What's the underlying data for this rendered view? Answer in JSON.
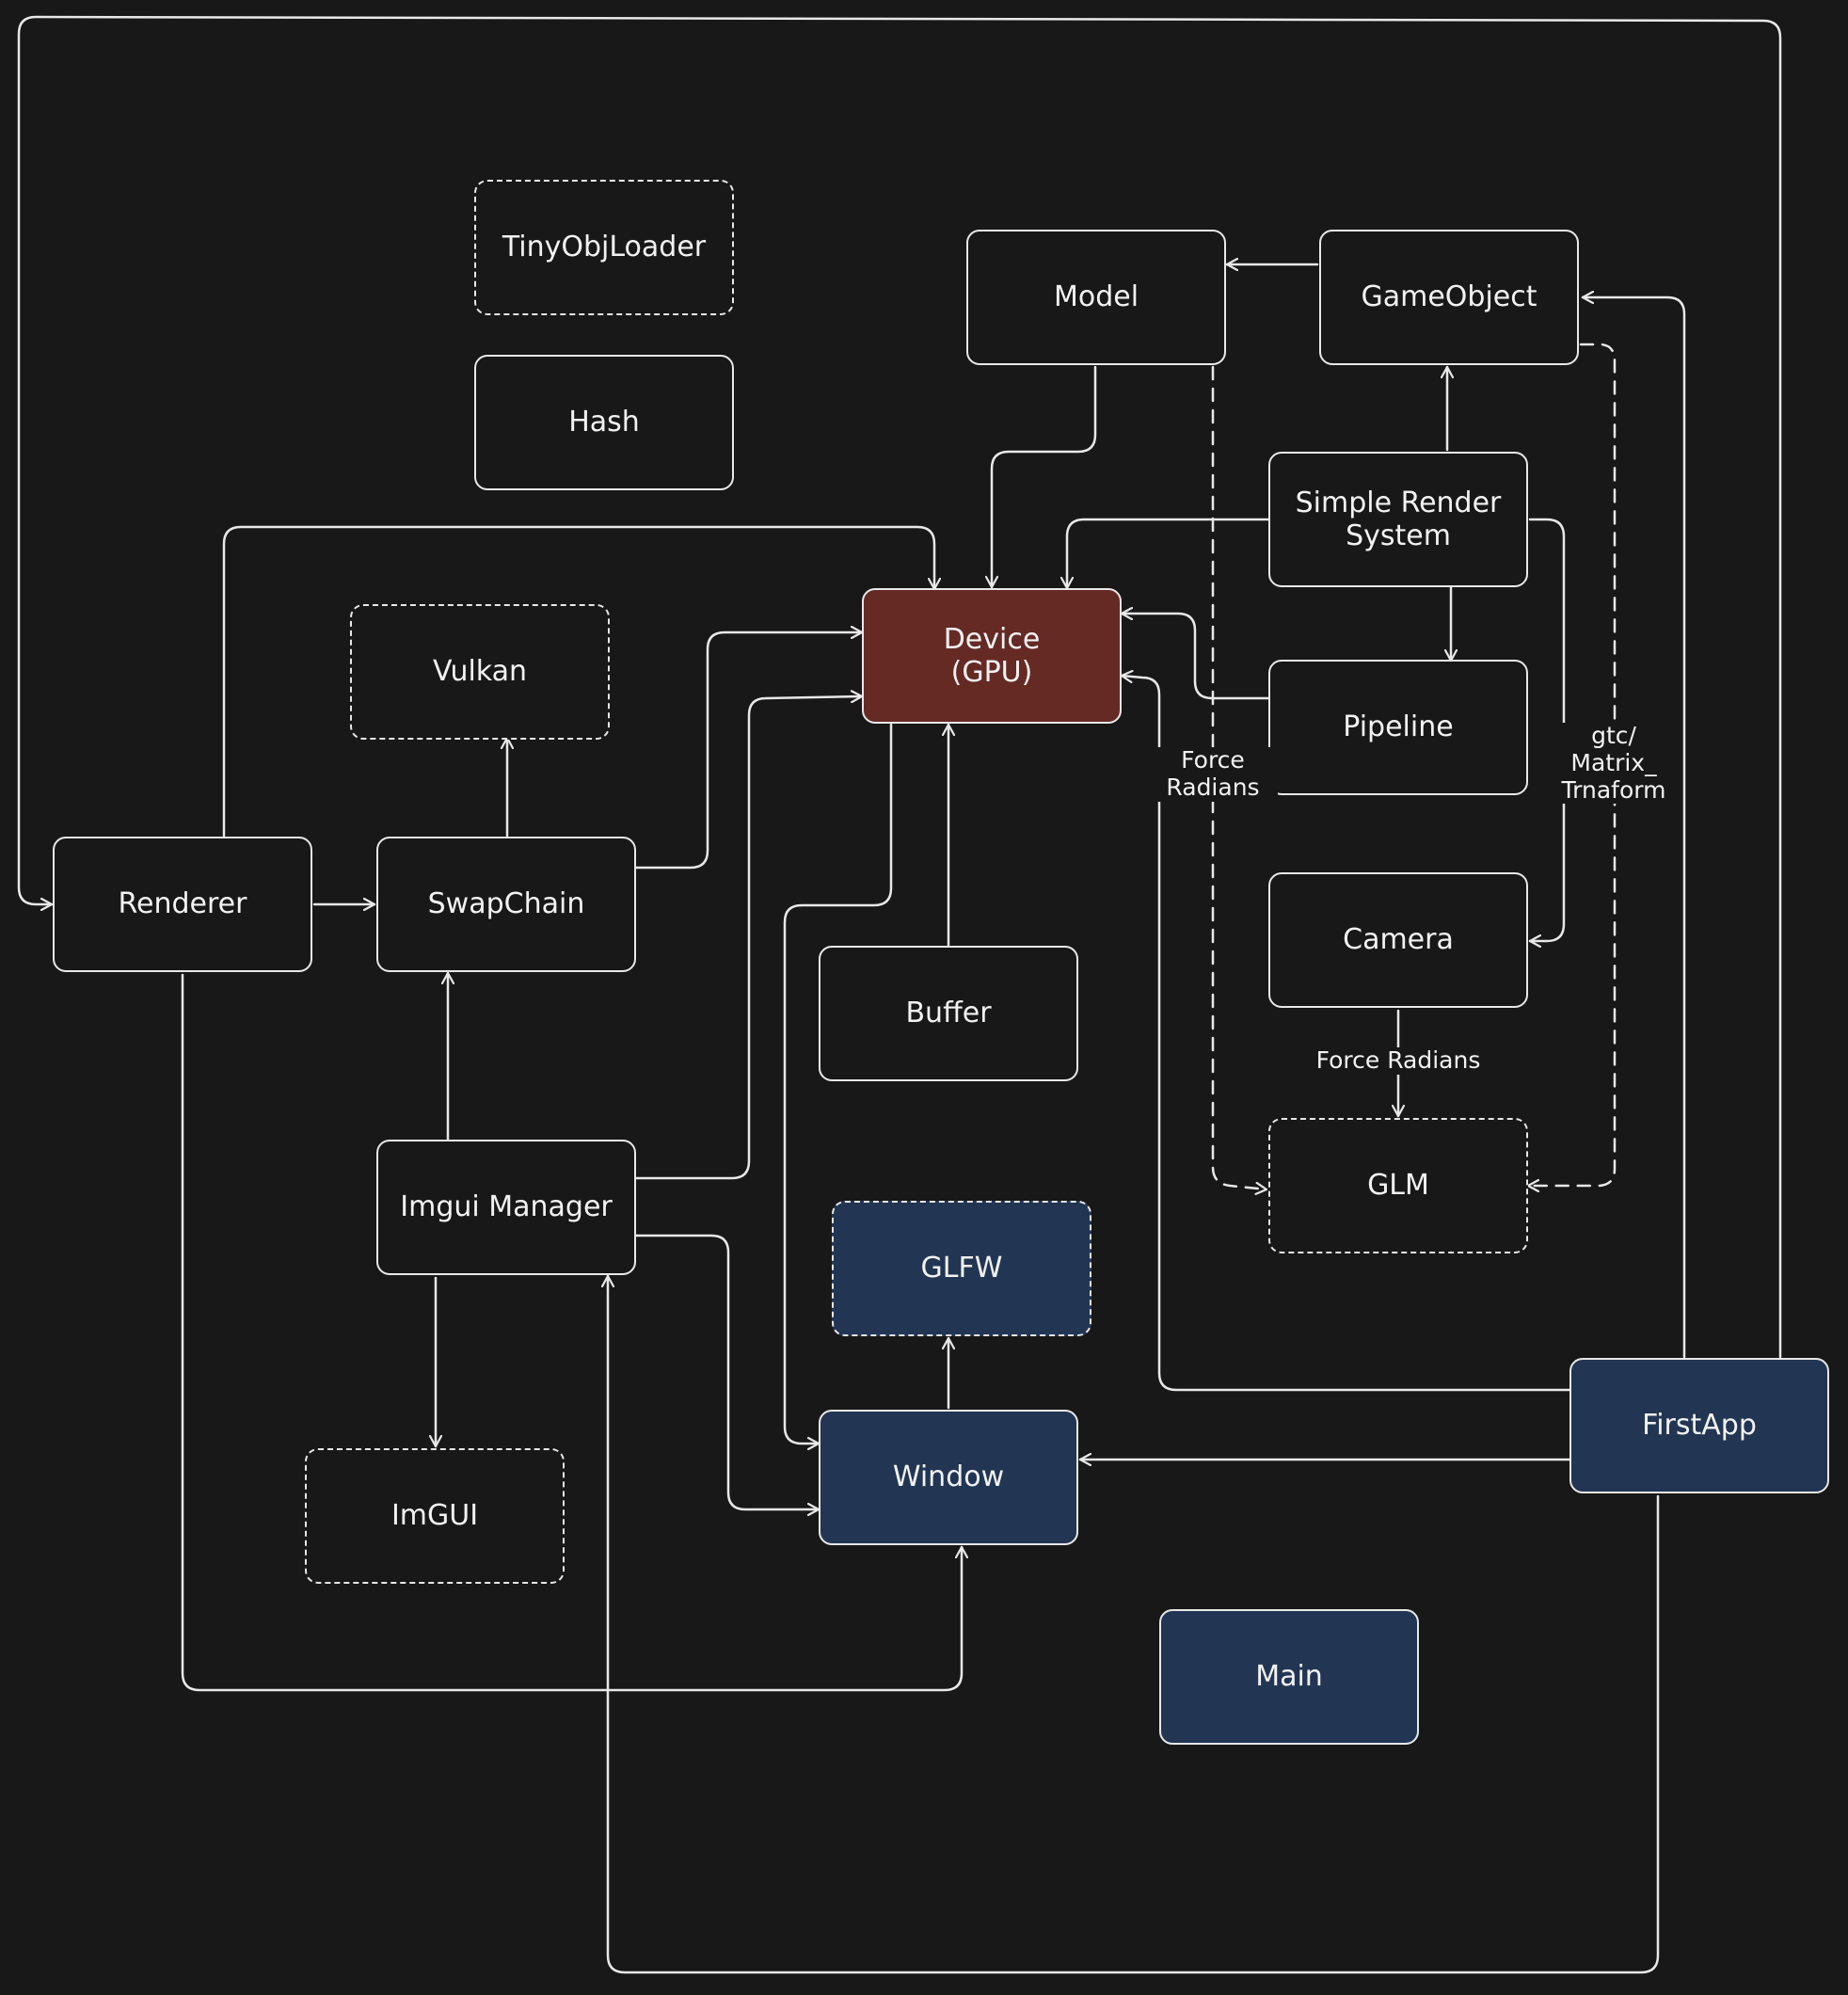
{
  "nodes": {
    "tinyobjloader": "TinyObjLoader",
    "hash": "Hash",
    "model": "Model",
    "gameobject": "GameObject",
    "simple_render_system": "Simple Render\nSystem",
    "device": "Device\n(GPU)",
    "vulkan": "Vulkan",
    "pipeline": "Pipeline",
    "renderer": "Renderer",
    "swapchain": "SwapChain",
    "camera": "Camera",
    "buffer": "Buffer",
    "glm": "GLM",
    "imgui_manager": "Imgui Manager",
    "glfw": "GLFW",
    "window": "Window",
    "firstapp": "FirstApp",
    "imgui": "ImGUI",
    "main": "Main"
  },
  "labels": {
    "force_radians_model": "Force\nRadians",
    "gtc_matrix_transform": "gtc/\nMatrix_\nTrnaform",
    "force_radians_camera": "Force Radians"
  },
  "colors": {
    "background": "#181818",
    "stroke": "#e8e8e8",
    "device_fill": "#662a25",
    "app_fill": "#223654"
  }
}
